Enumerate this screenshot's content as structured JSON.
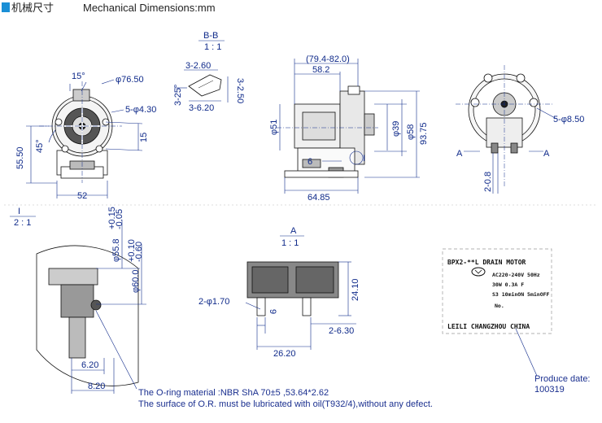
{
  "header": {
    "title_cn": "机械尺寸",
    "title_en": "Mechanical Dimensions:mm",
    "marker_color": "#1a8fd6"
  },
  "front_view": {
    "angle": "15°",
    "dia_outer": "φ76.50",
    "holes": "5-φ4.30",
    "height": "55.50",
    "angle_45": "45°",
    "dim_15": "15",
    "width": "52"
  },
  "section_bb": {
    "title": "B-B",
    "scale": "1 : 1",
    "d1": "3-2.60",
    "d2": "3-25°",
    "d3": "3-6.20",
    "d4": "3-2.50"
  },
  "side_view": {
    "range": "(79.4-82.0)",
    "length": "58.2",
    "dia_51": "φ51",
    "dia_39": "φ39",
    "dia_58": "φ58",
    "height": "93.75",
    "base": "64.85",
    "six": "6",
    "marker_i": "I"
  },
  "right_view": {
    "holes": "5-φ8.50",
    "marker_a": "A",
    "dim": "2-0.8"
  },
  "detail_i": {
    "title": "I",
    "scale": "2 : 1",
    "dia1": "φ55.8",
    "dia1_tol_up": "+0.15",
    "dia1_tol_dn": "-0.05",
    "dia2": "φ60.0",
    "dia2_tol_up": "+0.10",
    "dia2_tol_dn": "-0.60",
    "w1": "6.20",
    "w2": "8.20"
  },
  "view_a": {
    "title": "A",
    "scale": "1 : 1",
    "holes": "2-φ1.70",
    "h": "24.10",
    "nine": "9",
    "w": "2-6.30",
    "total": "26.20"
  },
  "label": {
    "line1": "BPX2-**L DRAIN MOTOR",
    "line2": "AC220-240V  50Hz",
    "line3": "30W  0.3A   F",
    "line4": "S3 10minON 5minOFF",
    "line5": "No.",
    "line6": "LEILI CHANGZHOU CHINA"
  },
  "notes": {
    "oring": "The O-ring material :NBR ShA 70±5 ,53.64*2.62",
    "lube": "The surface of O.R. must be lubricated with oil(T932/4),without any defect.",
    "produce": "Produce date:",
    "produce_val": "100319"
  },
  "colors": {
    "line": "#111111",
    "dim": "#0f2a8a"
  }
}
